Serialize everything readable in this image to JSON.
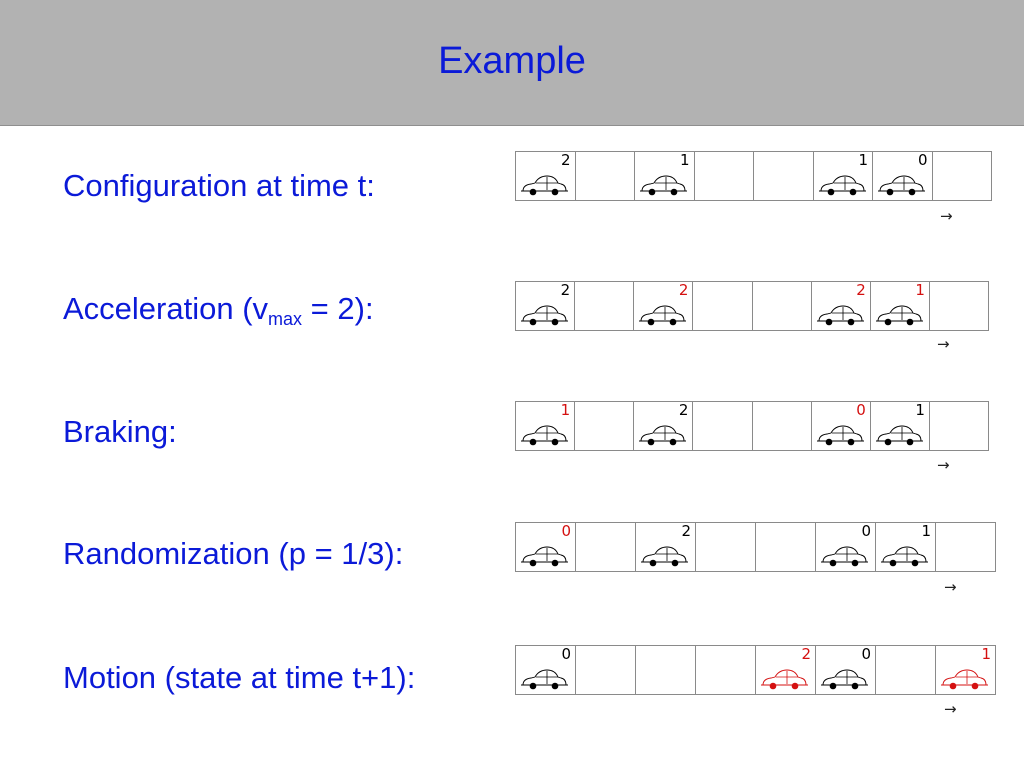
{
  "title": "Example",
  "rows": [
    {
      "label": "Configuration at time t:",
      "cells": [
        {
          "velocity": "2",
          "vel_color": "#000000",
          "car_color": "#000000"
        },
        {
          "velocity": null
        },
        {
          "velocity": "1",
          "vel_color": "#000000",
          "car_color": "#000000"
        },
        {
          "velocity": null
        },
        {
          "velocity": null
        },
        {
          "velocity": "1",
          "vel_color": "#000000",
          "car_color": "#000000"
        },
        {
          "velocity": "0",
          "vel_color": "#000000",
          "car_color": "#000000"
        },
        {
          "velocity": null
        }
      ],
      "arrow": "→"
    },
    {
      "label_main": "Acceleration (v",
      "label_sub": "max",
      "label_tail": " = 2):",
      "cells": [
        {
          "velocity": "2",
          "vel_color": "#000000",
          "car_color": "#000000"
        },
        {
          "velocity": null
        },
        {
          "velocity": "2",
          "vel_color": "#d41010",
          "car_color": "#000000"
        },
        {
          "velocity": null
        },
        {
          "velocity": null
        },
        {
          "velocity": "2",
          "vel_color": "#d41010",
          "car_color": "#000000"
        },
        {
          "velocity": "1",
          "vel_color": "#d41010",
          "car_color": "#000000"
        },
        {
          "velocity": null
        }
      ],
      "arrow": "→"
    },
    {
      "label": "Braking:",
      "cells": [
        {
          "velocity": "1",
          "vel_color": "#d41010",
          "car_color": "#000000"
        },
        {
          "velocity": null
        },
        {
          "velocity": "2",
          "vel_color": "#000000",
          "car_color": "#000000"
        },
        {
          "velocity": null
        },
        {
          "velocity": null
        },
        {
          "velocity": "0",
          "vel_color": "#d41010",
          "car_color": "#000000"
        },
        {
          "velocity": "1",
          "vel_color": "#000000",
          "car_color": "#000000"
        },
        {
          "velocity": null
        }
      ],
      "arrow": "→"
    },
    {
      "label": "Randomization (p = 1/3):",
      "cells": [
        {
          "velocity": "0",
          "vel_color": "#d41010",
          "car_color": "#000000"
        },
        {
          "velocity": null
        },
        {
          "velocity": "2",
          "vel_color": "#000000",
          "car_color": "#000000"
        },
        {
          "velocity": null
        },
        {
          "velocity": null
        },
        {
          "velocity": "0",
          "vel_color": "#000000",
          "car_color": "#000000"
        },
        {
          "velocity": "1",
          "vel_color": "#000000",
          "car_color": "#000000"
        },
        {
          "velocity": null
        }
      ],
      "arrow": "→"
    },
    {
      "label": "Motion (state at time t+1):",
      "cells": [
        {
          "velocity": "0",
          "vel_color": "#000000",
          "car_color": "#000000"
        },
        {
          "velocity": null
        },
        {
          "velocity": null
        },
        {
          "velocity": null
        },
        {
          "velocity": "2",
          "vel_color": "#d41010",
          "car_color": "#d41010"
        },
        {
          "velocity": "0",
          "vel_color": "#000000",
          "car_color": "#000000"
        },
        {
          "velocity": null
        },
        {
          "velocity": "1",
          "vel_color": "#d41010",
          "car_color": "#d41010"
        }
      ],
      "arrow": "→"
    }
  ]
}
